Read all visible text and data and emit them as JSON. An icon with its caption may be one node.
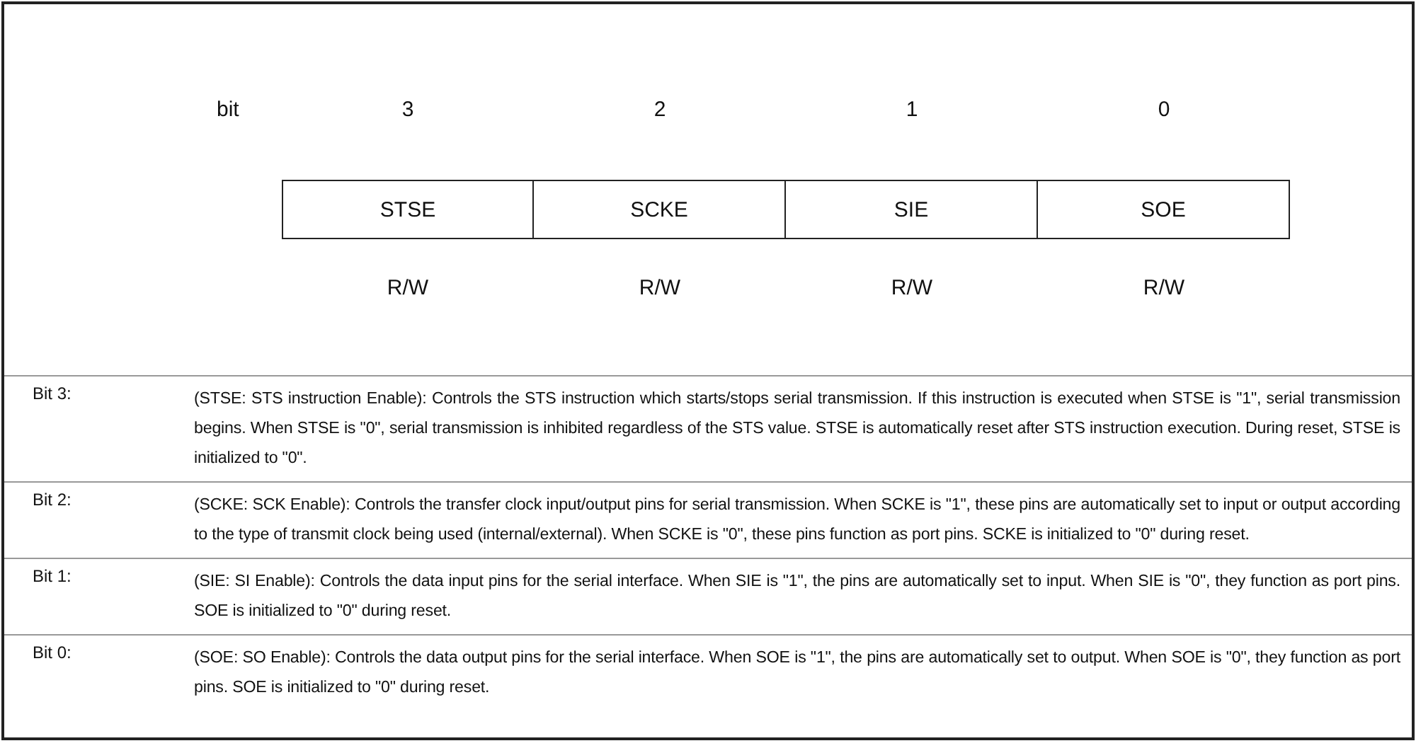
{
  "diagram": {
    "nodes": [
      {
        "text": [
          "STSE"
        ]
      },
      {
        "text": [
          "SCKE"
        ]
      },
      {
        "text": [
          "SIE"
        ]
      },
      {
        "text": [
          "SOE"
        ]
      }
    ],
    "labels": [
      "bit",
      "3",
      "2",
      "1",
      "0",
      "R/W",
      "R/W",
      "R/W",
      "R/W",
      "Bit 3:",
      "(STSE: STS instruction Enable): Controls the STS instruction which starts/stops serial transmission. If this instruction is executed when STSE is \"1\", serial transmission begins. When STSE is \"0\", serial transmission is inhibited regardless of the STS value. STSE is automatically reset after STS instruction execution. During reset, STSE is initialized to \"0\".",
      "Bit 2:",
      "(SCKE: SCK Enable): Controls the transfer clock input/output pins for serial transmission. When SCKE is \"1\", these pins are automatically set to input or output according to the type of transmit clock being used (internal/external). When SCKE is \"0\", these pins function as port pins. SCKE is initialized to \"0\" during reset.",
      "Bit 1:",
      "(SIE: SI Enable): Controls the data input pins for the serial interface. When SIE is \"1\", the pins are automatically set to input. When SIE is \"0\", they function as port pins. SOE is initialized to \"0\" during reset.",
      "Bit 0:",
      "(SOE: SO Enable): Controls the data output pins for the serial interface. When SOE is \"1\", the pins are automatically set to output. When SOE is \"0\", they function as port pins. SOE is initialized to \"0\" during reset."
    ]
  }
}
